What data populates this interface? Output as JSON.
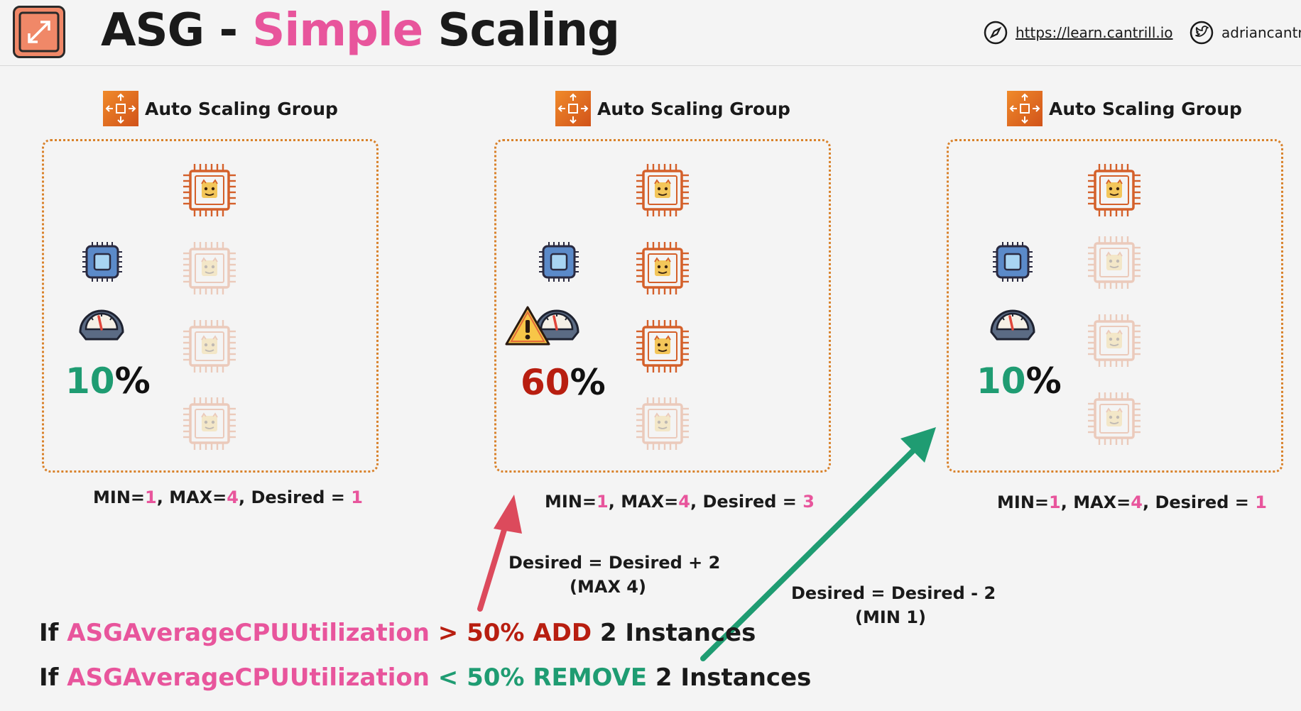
{
  "header": {
    "title_prefix": "ASG - ",
    "title_accent": "Simple",
    "title_suffix": " Scaling",
    "link_url": "https://learn.cantrill.io",
    "link_twitter": "adriancantrill"
  },
  "groups": [
    {
      "label": "Auto Scaling Group",
      "percent_num": "10",
      "percent_sign": "%",
      "min_label": "MIN=",
      "min": "1",
      "max_label": ", MAX=",
      "max": "4",
      "desired_label": ", Desired = ",
      "desired": "1"
    },
    {
      "label": "Auto Scaling Group",
      "percent_num": "60",
      "percent_sign": "%",
      "min_label": "MIN=",
      "min": "1",
      "max_label": ", MAX=",
      "max": "4",
      "desired_label": ", Desired = ",
      "desired": "3"
    },
    {
      "label": "Auto Scaling Group",
      "percent_num": "10",
      "percent_sign": "%",
      "min_label": "MIN=",
      "min": "1",
      "max_label": ", MAX=",
      "max": "4",
      "desired_label": ", Desired = ",
      "desired": "1"
    }
  ],
  "notes": {
    "add_line1": "Desired = Desired + 2",
    "add_line2": "(MAX 4)",
    "remove_line1": "Desired = Desired - 2",
    "remove_line2": "(MIN 1)"
  },
  "rules": [
    {
      "if": "If ",
      "metric": "ASGAverageCPUUtilization",
      "op": " > 50% ADD",
      "rest": " 2 Instances"
    },
    {
      "if": "If ",
      "metric": "ASGAverageCPUUtilization",
      "op": " < 50% REMOVE",
      "rest": " 2 Instances"
    }
  ],
  "colors": {
    "accent_pink": "#e8559c",
    "up_red": "#b81e10",
    "down_green": "#1f9c72",
    "asg_orange": "#d9822b",
    "arrow_red": "#dc4a5c",
    "arrow_green": "#1f9c72"
  },
  "icons": {
    "logo": "resize-arrows-icon",
    "group": "auto-scaling-icon",
    "instance": "ec2-instance-chip-icon",
    "cpu": "cpu-icon",
    "gauge": "gauge-icon",
    "warning": "warning-icon",
    "compass": "compass-icon",
    "twitter": "twitter-icon"
  }
}
